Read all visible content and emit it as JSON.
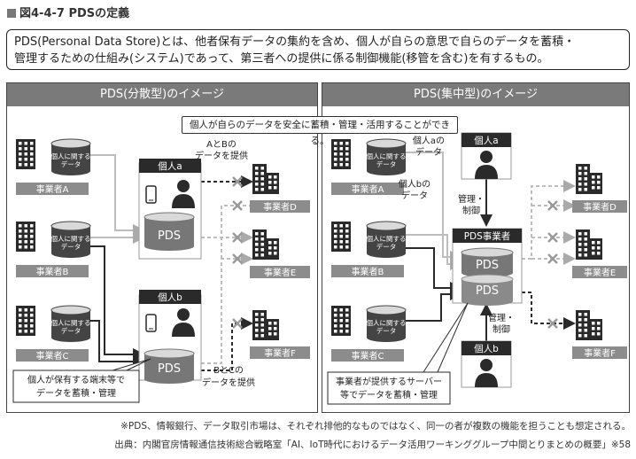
{
  "figure": {
    "label": "図4-4-7 PDSの定義"
  },
  "definition": {
    "line1": "PDS(Personal Data Store)とは、他者保有データの集約を含め、個人が自らの意思で自らのデータを蓄積・",
    "line2": "管理するための仕組み(システム)であって、第三者への提供に係る制御機能(移管を含む)を有するもの。"
  },
  "center_note": "個人が自らのデータを安全に蓄積・管理・活用することができる。",
  "left_panel": {
    "title": "PDS(分散型)のイメージ",
    "data_label": [
      "個人に関する",
      "データ"
    ],
    "providers": [
      "事業者A",
      "事業者B",
      "事業者C"
    ],
    "recipients": [
      "事業者D",
      "事業者E",
      "事業者F"
    ],
    "person_a": "個人a",
    "person_b": "個人b",
    "pds": "PDS",
    "ab_label": [
      "AとBの",
      "データを提供"
    ],
    "bc_label": [
      "BとCの",
      "データを提供"
    ],
    "device_note": [
      "個人が保有する端末等で",
      "データを蓄積・管理"
    ]
  },
  "right_panel": {
    "title": "PDS(集中型)のイメージ",
    "data_label": [
      "個人に関する",
      "データ"
    ],
    "providers": [
      "事業者A",
      "事業者B",
      "事業者C"
    ],
    "recipients": [
      "事業者D",
      "事業者E",
      "事業者F"
    ],
    "person_a": "個人a",
    "person_b": "個人b",
    "pds_operator": "PDS事業者",
    "pds": "PDS",
    "a_data_label": [
      "個人aの",
      "データ"
    ],
    "b_data_label": [
      "個人bの",
      "データ"
    ],
    "control_label": [
      "管理・",
      "制御"
    ],
    "server_note": [
      "事業者が提供するサーバー",
      "等でデータを蓄積・管理"
    ]
  },
  "footnote": "※PDS、情報銀行、データ取引市場は、それぞれ排他的なものではなく、同一の者が複数の機能を担うことも想定される。",
  "source": "出典：内閣官房情報通信技術総合戦略室「AI、IoT時代におけるデータ活用ワーキンググループ中間とりまとめの概要」※58",
  "colors": {
    "header_gray": "#7a7a7a",
    "dark": "#2a2a2a",
    "label_gray": "#8c8c8c",
    "light_gray": "#bdbdbd",
    "x_mark": "#999999"
  }
}
